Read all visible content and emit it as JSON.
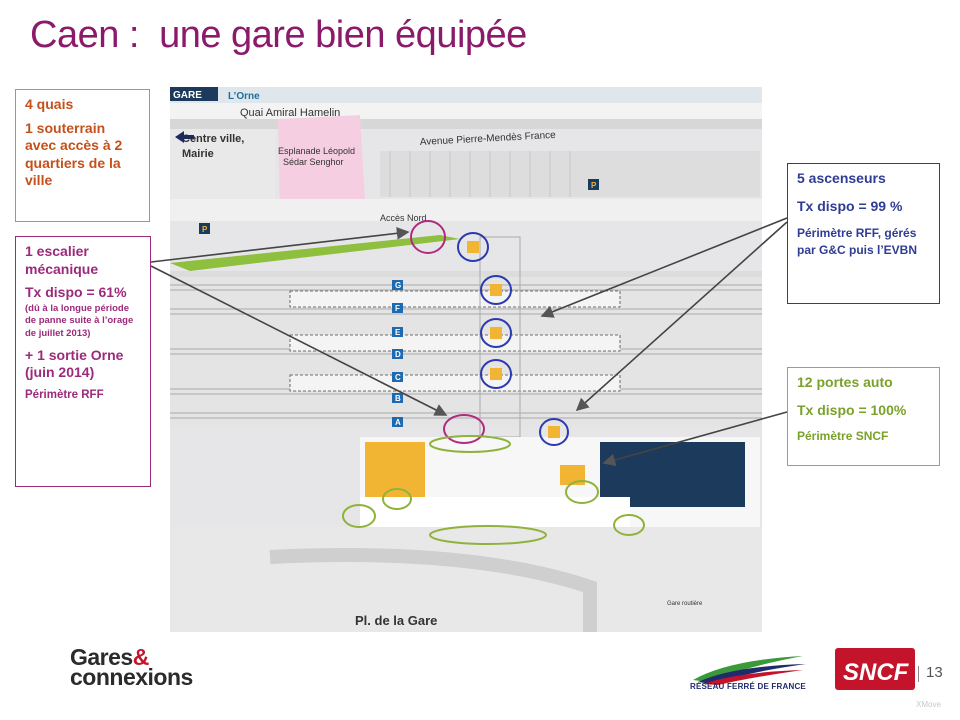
{
  "title": "Caen :  une gare bien équipée",
  "box_quais": {
    "line1": "4 quais",
    "line2": "1 souterrain avec accès à 2 quartiers de la ville"
  },
  "box_escalier": {
    "line1": "1 escalier mécanique",
    "line2": "Tx dispo = 61%",
    "note": "(dû à la longue période de panne suite à l’orage de juillet 2013)",
    "line3": "+ 1 sortie Orne (juin 2014)",
    "line4": "Périmètre RFF"
  },
  "box_ascenseurs": {
    "line1": "5 ascenseurs",
    "line2": "Tx dispo = 99 %",
    "line3": "Périmètre RFF, gérés par G&C puis l’EVBN"
  },
  "box_portes": {
    "line1": "12 portes auto",
    "line2": "Tx dispo = 100%",
    "line3": "Périmètre SNCF"
  },
  "map": {
    "gare_label": "GARE",
    "orne_label": "L’Orne",
    "quai_label": "Quai Amiral Hamelin",
    "centre_label_1": "Centre ville,",
    "centre_label_2": "Mairie",
    "esplanade_1": "Esplanade Léopold",
    "esplanade_2": "Sédar Senghor",
    "avenue_label": "Avenue Pierre-Mendès France",
    "acces_nord": "Accès Nord",
    "place_label": "Pl. de la Gare",
    "gare_routiere": "Gare routière",
    "platform_letters": [
      "G",
      "F",
      "E",
      "D",
      "C",
      "B",
      "A"
    ]
  },
  "footer": {
    "page_number": "13",
    "small_text": "XMove",
    "logo_gc_line1": "Gares",
    "logo_gc_amp": "&",
    "logo_gc_line2": "connexions",
    "rff_text": "RÉSEAU FERRÉ DE FRANCE",
    "sncf_text": "SNCF"
  },
  "colors": {
    "title": "#8b1a6b",
    "quais_border": "#e0862b",
    "escalier": "#9c2a7b",
    "ascenseurs": "#2f3c93",
    "portes": "#8fb23a",
    "station_dark": "#1b3a5c",
    "station_yellow": "#f2b533"
  }
}
